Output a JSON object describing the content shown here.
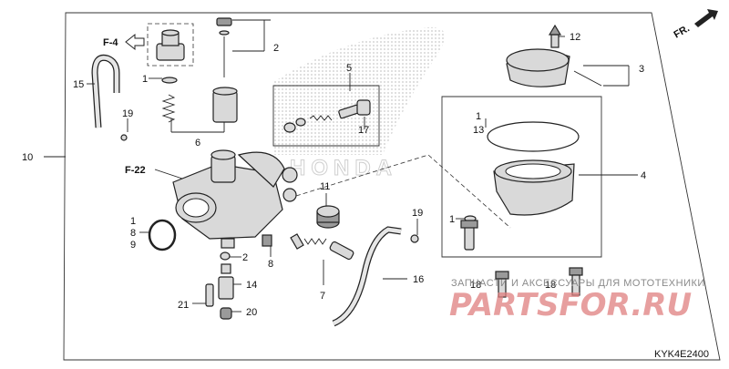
{
  "diagram_code": "KYK4E2400",
  "watermark": {
    "line1": "ЗАПЧАСТИ И АКСЕССУАРЫ ДЛЯ МОТОТЕХНИКИ",
    "brand": "PARTSFOR.RU"
  },
  "callouts": {
    "f4": "F-4",
    "f22": "F-22",
    "fr": "FR.",
    "n1a": "1",
    "n8_9": [
      "1",
      "8",
      "9"
    ],
    "n1_13": [
      "1",
      "13"
    ],
    "n1b": "1",
    "n2a": "2",
    "n2b": "2",
    "n3": "3",
    "n4": "4",
    "n5": "5",
    "n6": "6",
    "n7": "7",
    "n8": "8",
    "n10": "10",
    "n11": "11",
    "n12": "12",
    "n14": "14",
    "n15": "15",
    "n16": "16",
    "n17": "17",
    "n18a": "18",
    "n18b": "18",
    "n19a": "19",
    "n19b": "19",
    "n20": "20",
    "n21": "21"
  },
  "colors": {
    "line": "#222222",
    "part_fill": "#d9d9d9",
    "watermark_red": "#e08080",
    "honda_logo_gray": "#9a9a9a"
  }
}
